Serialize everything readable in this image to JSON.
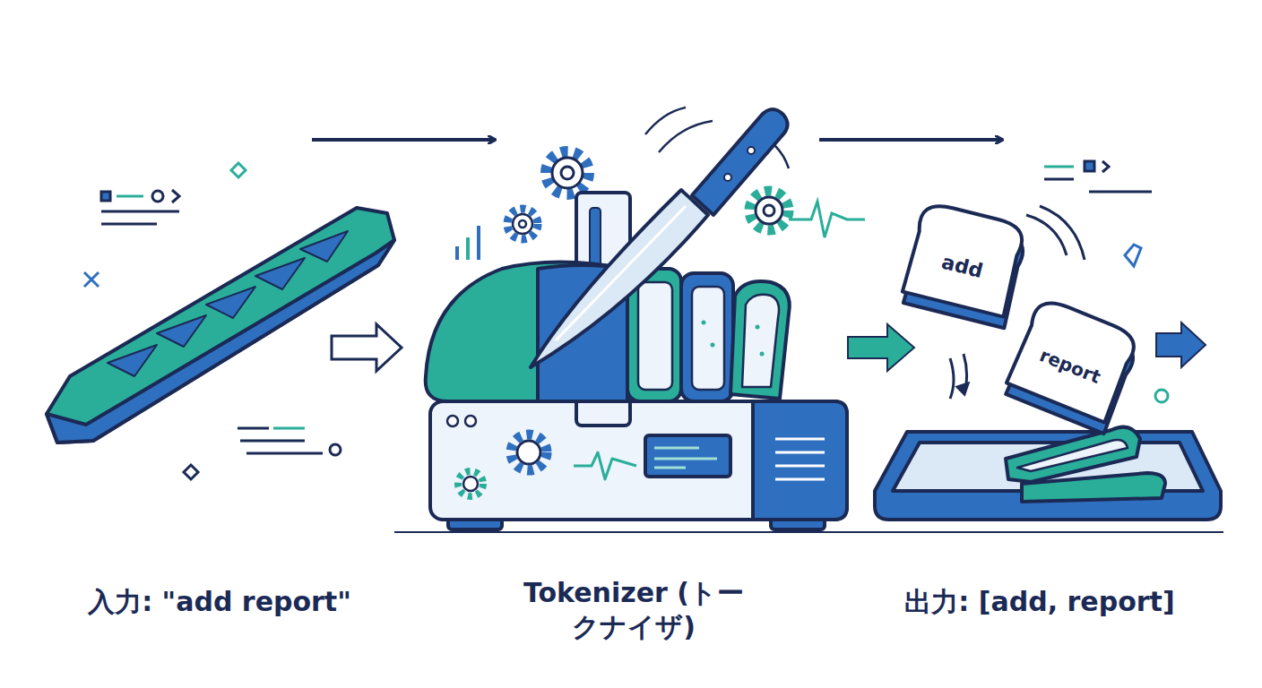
{
  "diagram": {
    "nodes": [
      {
        "text": [
          "add"
        ]
      },
      {
        "text": [
          "report"
        ]
      }
    ],
    "labels": [
      "入力: \"add report\"",
      "Tokenizer (トークナイザ)",
      "出力: [add, report]"
    ]
  }
}
